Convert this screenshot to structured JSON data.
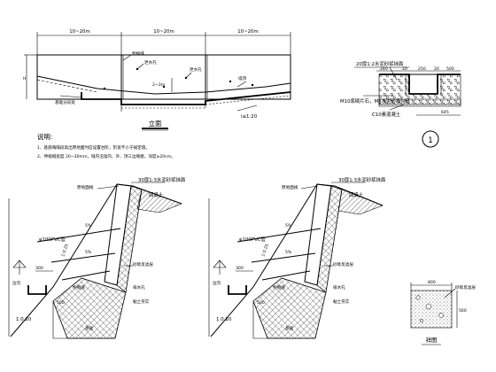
{
  "elevation": {
    "dim_spacing": [
      "10~20m",
      "10~20m",
      "10~20m"
    ],
    "label_joint": "伸缩缝",
    "label_drain": "泄水孔",
    "label_drain2": "泄水孔",
    "label_gap": "2~3m",
    "label_top": "墙顶",
    "label_slope": "i≤1:20",
    "label_found": "基础分段处",
    "title": "立面"
  },
  "notes": {
    "title": "说明:",
    "line1": "1、基底每隔段高出原地面时应设置台阶，阶宽不小于规定值。",
    "line2": "2、伸缩缝宽度 20~30mm，缝内沿墙内、外、顶三边填塞，深度≥20cm。"
  },
  "detail1": {
    "mortar": "20厚1:2水泥砂浆抹面",
    "dims": [
      "240",
      "20",
      "250",
      "20",
      "500"
    ],
    "masonry": "M10浆砌片石，M5水泥砂浆勾缝",
    "concrete": "C10素混凝土",
    "bottom_dim": "645",
    "marker": "1"
  },
  "section_left": {
    "plaster": "30厚1:3水泥砂浆抹面",
    "backfill": "回填土",
    "top_label": "原地面线",
    "slope_pct": "5%",
    "pipe": "φ100PVC管",
    "filter": "砂砾反滤层",
    "ratio": "1:0.25",
    "drain_label": "排水孔",
    "joint_label": "伸缩缝",
    "clay_label": "黏土夯实",
    "ditch_label": "边沟",
    "toe_ratio": "1:0.20",
    "found_label": "基础",
    "dim_300": "300",
    "dim_500": "500"
  },
  "section_right": {
    "plaster": "30厚1:3水泥砂浆抹面",
    "backfill": "回填土",
    "top_label": "原地面线",
    "slope_pct": "5%",
    "pipe": "φ100PVC管",
    "filter": "砂砾反滤层",
    "ratio": "1:0.25",
    "drain_label": "排水孔",
    "joint_label": "伸缩缝",
    "clay_label": "黏土夯实",
    "ditch_label": "边沟",
    "toe_ratio": "1:0.20",
    "found_label": "基础",
    "dim_300": "300",
    "dim_500": "500"
  },
  "detail2": {
    "width_dim": "800",
    "height_dim": "560",
    "label": "砂砾反滤层",
    "caption": "祥图"
  }
}
